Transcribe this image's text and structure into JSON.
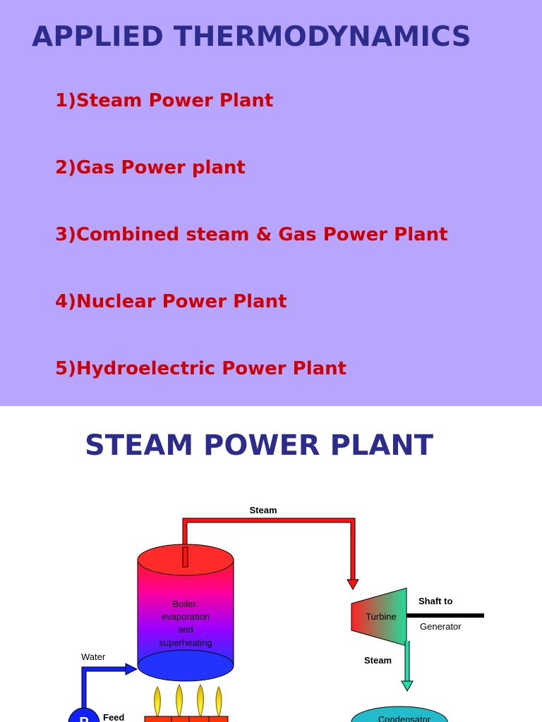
{
  "slide1": {
    "title": "APPLIED THERMODYNAMICS",
    "items": [
      "1)Steam Power Plant",
      "2)Gas Power plant",
      "3)Combined steam & Gas Power Plant",
      "4)Nuclear Power Plant",
      "5)Hydroelectric Power Plant"
    ],
    "colors": {
      "background": "#b7a5ff",
      "title": "#2c2c8c",
      "items": "#cc0000"
    }
  },
  "slide2": {
    "title": "STEAM POWER PLANT",
    "diagram": {
      "steam_top": "Steam",
      "boiler": [
        "Boiler:",
        "evaporation",
        "and",
        "superheating"
      ],
      "turbine": "Turbine",
      "shaft_to": "Shaft to",
      "generator": "Generator",
      "steam_down": "Steam",
      "water": "Water",
      "feed": "Feed",
      "pump": "P",
      "condensator": "Condensator"
    }
  }
}
